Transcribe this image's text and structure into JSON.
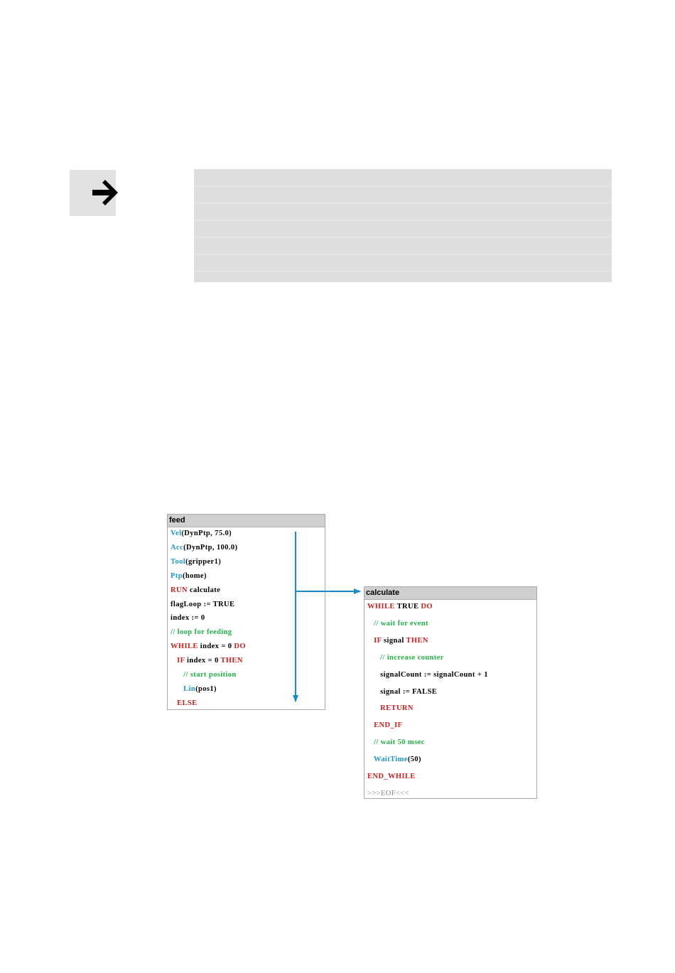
{
  "note": {
    "icon": "right-arrow-icon"
  },
  "feed": {
    "title": "feed",
    "lines": [
      [
        {
          "t": "Vel",
          "c": "blue"
        },
        {
          "t": "(DynPtp, 75.0)",
          "c": "black"
        }
      ],
      [
        {
          "t": "Acc",
          "c": "blue"
        },
        {
          "t": "(DynPtp, 100.0)",
          "c": "black"
        }
      ],
      [
        {
          "t": "Tool",
          "c": "blue"
        },
        {
          "t": "(gripper1)",
          "c": "black"
        }
      ],
      [
        {
          "t": "Ptp",
          "c": "blue"
        },
        {
          "t": "(home)",
          "c": "black"
        }
      ],
      [
        {
          "t": "RUN",
          "c": "red"
        },
        {
          "t": " calculate",
          "c": "black"
        }
      ],
      [
        {
          "t": "flagLoop := TRUE",
          "c": "black"
        }
      ],
      [
        {
          "t": "index := 0",
          "c": "black"
        }
      ],
      [
        {
          "t": "// loop for feeding",
          "c": "green"
        }
      ],
      [
        {
          "t": "WHILE",
          "c": "red"
        },
        {
          "t": " index = 0 ",
          "c": "black"
        },
        {
          "t": "DO",
          "c": "red"
        }
      ],
      [
        {
          "t": "   "
        },
        {
          "t": "IF",
          "c": "red"
        },
        {
          "t": " index = 0 ",
          "c": "black"
        },
        {
          "t": "THEN",
          "c": "red"
        }
      ],
      [
        {
          "t": "      "
        },
        {
          "t": "// start position",
          "c": "green"
        }
      ],
      [
        {
          "t": "      "
        },
        {
          "t": "Lin",
          "c": "blue"
        },
        {
          "t": "(pos1)",
          "c": "black"
        }
      ],
      [
        {
          "t": "   "
        },
        {
          "t": "ELSE",
          "c": "red"
        }
      ]
    ]
  },
  "calculate": {
    "title": "calculate",
    "lines": [
      [
        {
          "t": "WHILE",
          "c": "red"
        },
        {
          "t": " TRUE ",
          "c": "black"
        },
        {
          "t": "DO",
          "c": "red"
        }
      ],
      [
        {
          "t": "   "
        },
        {
          "t": "// wait for event",
          "c": "green"
        }
      ],
      [
        {
          "t": "   "
        },
        {
          "t": "IF",
          "c": "red"
        },
        {
          "t": " signal ",
          "c": "black"
        },
        {
          "t": "THEN",
          "c": "red"
        }
      ],
      [
        {
          "t": "      "
        },
        {
          "t": "// increase counter",
          "c": "green"
        }
      ],
      [
        {
          "t": "      "
        },
        {
          "t": "signalCount := signalCount + 1",
          "c": "black"
        }
      ],
      [
        {
          "t": "      "
        },
        {
          "t": "signal := FALSE",
          "c": "black"
        }
      ],
      [
        {
          "t": "      "
        },
        {
          "t": "RETURN",
          "c": "red"
        }
      ],
      [
        {
          "t": "   "
        },
        {
          "t": "END_IF",
          "c": "red"
        }
      ],
      [
        {
          "t": "   "
        },
        {
          "t": "// wait 50 msec",
          "c": "green"
        }
      ],
      [
        {
          "t": "   "
        },
        {
          "t": "WaitTime",
          "c": "blue"
        },
        {
          "t": "(50)",
          "c": "black"
        }
      ],
      [
        {
          "t": "END_WHILE",
          "c": "red"
        }
      ],
      [
        {
          "t": ">>>EOF<<<",
          "c": "gray"
        }
      ]
    ]
  },
  "colors": {
    "flow_arrow": "#1a8ac8",
    "keyword_blue": "#1a98d4",
    "keyword_red": "#d41e1e",
    "comment_green": "#1fb346"
  }
}
